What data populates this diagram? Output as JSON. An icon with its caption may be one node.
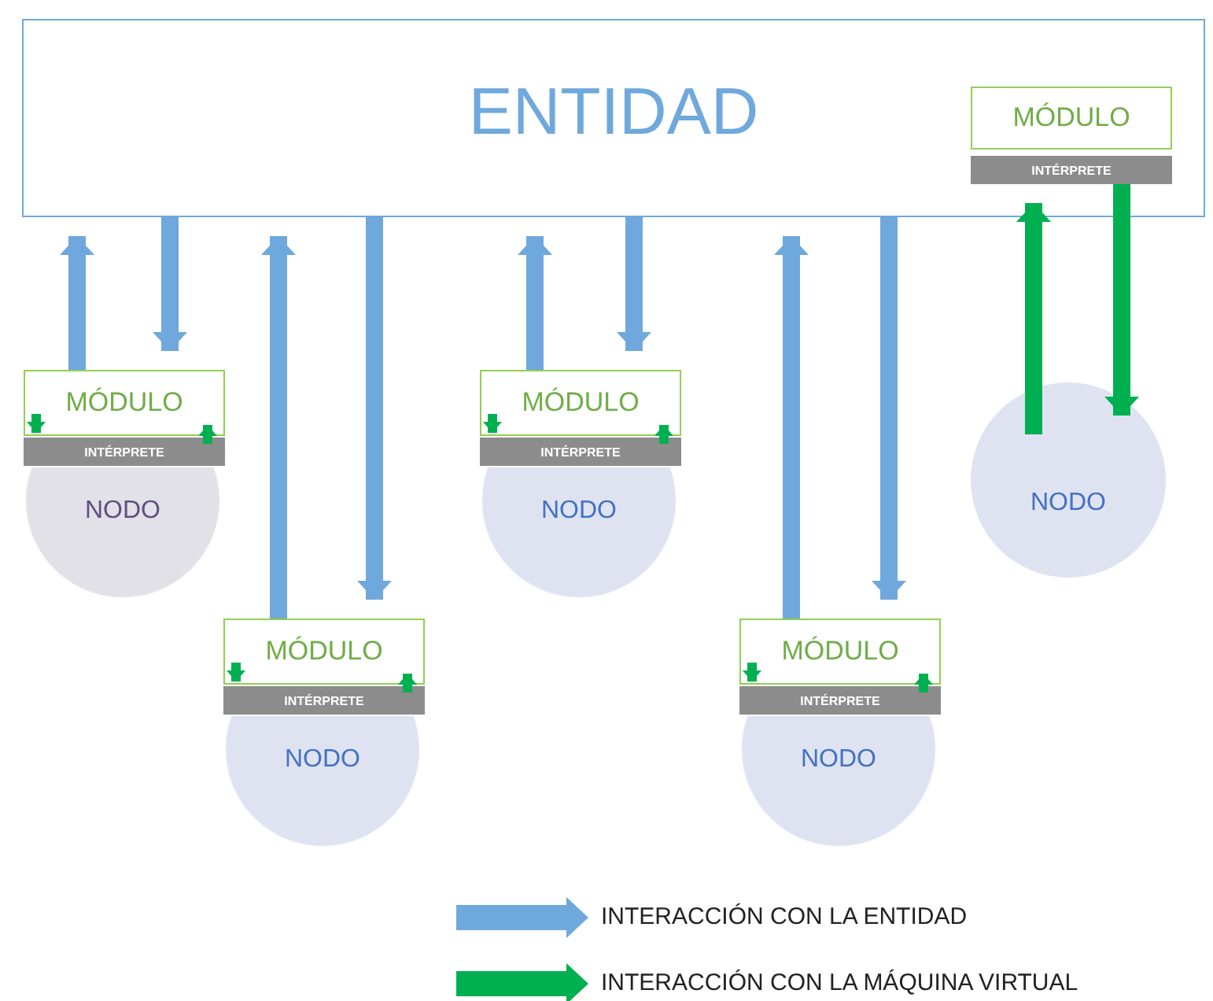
{
  "diagram": {
    "nodes": [
      {
        "text": [
          "ENTIDAD"
        ]
      },
      {
        "text": [
          "MÓDULO"
        ],
        "in": 0
      },
      {
        "text": [
          "INTÉRPRETE"
        ],
        "in": 0
      },
      {
        "text": [
          "MÓDULO"
        ]
      },
      {
        "text": [
          "INTÉRPRETE"
        ]
      },
      {
        "text": [
          "NODO"
        ]
      },
      {
        "text": [
          "MÓDULO"
        ]
      },
      {
        "text": [
          "INTÉRPRETE"
        ]
      },
      {
        "text": [
          "NODO"
        ]
      },
      {
        "text": [
          "NODO"
        ]
      },
      {
        "text": [
          "MÓDULO"
        ]
      },
      {
        "text": [
          "INTÉRPRETE"
        ]
      },
      {
        "text": [
          "NODO"
        ]
      },
      {
        "text": [
          "MÓDULO"
        ]
      },
      {
        "text": [
          "INTÉRPRETE"
        ]
      },
      {
        "text": [
          "NODO"
        ]
      }
    ],
    "edges": [
      {
        "from": 3,
        "to": 0,
        "arrow": "to",
        "color": "#6fa8dc"
      },
      {
        "from": 0,
        "to": 3,
        "arrow": "to",
        "color": "#6fa8dc"
      },
      {
        "from": 3,
        "to": 4,
        "arrow": "to",
        "color": "#00b050"
      },
      {
        "from": 4,
        "to": 3,
        "arrow": "to",
        "color": "#00b050"
      },
      {
        "from": 6,
        "to": 0,
        "arrow": "to",
        "color": "#6fa8dc"
      },
      {
        "from": 0,
        "to": 6,
        "arrow": "to",
        "color": "#6fa8dc"
      },
      {
        "from": 6,
        "to": 7,
        "arrow": "to",
        "color": "#00b050"
      },
      {
        "from": 7,
        "to": 6,
        "arrow": "to",
        "color": "#00b050"
      },
      {
        "from": 9,
        "to": 2,
        "arrow": "to",
        "color": "#00b050"
      },
      {
        "from": 2,
        "to": 9,
        "arrow": "to",
        "color": "#00b050"
      },
      {
        "from": 10,
        "to": 0,
        "arrow": "to",
        "color": "#6fa8dc"
      },
      {
        "from": 0,
        "to": 10,
        "arrow": "to",
        "color": "#6fa8dc"
      },
      {
        "from": 10,
        "to": 11,
        "arrow": "to",
        "color": "#00b050"
      },
      {
        "from": 11,
        "to": 10,
        "arrow": "to",
        "color": "#00b050"
      },
      {
        "from": 13,
        "to": 0,
        "arrow": "to",
        "color": "#6fa8dc"
      },
      {
        "from": 0,
        "to": 13,
        "arrow": "to",
        "color": "#6fa8dc"
      },
      {
        "from": 13,
        "to": 14,
        "arrow": "to",
        "color": "#00b050"
      },
      {
        "from": 14,
        "to": 13,
        "arrow": "to",
        "color": "#00b050"
      }
    ],
    "legend": [
      {
        "text": "INTERACCIÓN CON LA ENTIDAD"
      },
      {
        "text": "INTERACCIÓN CON LA MÁQUINA VIRTUAL"
      }
    ]
  }
}
